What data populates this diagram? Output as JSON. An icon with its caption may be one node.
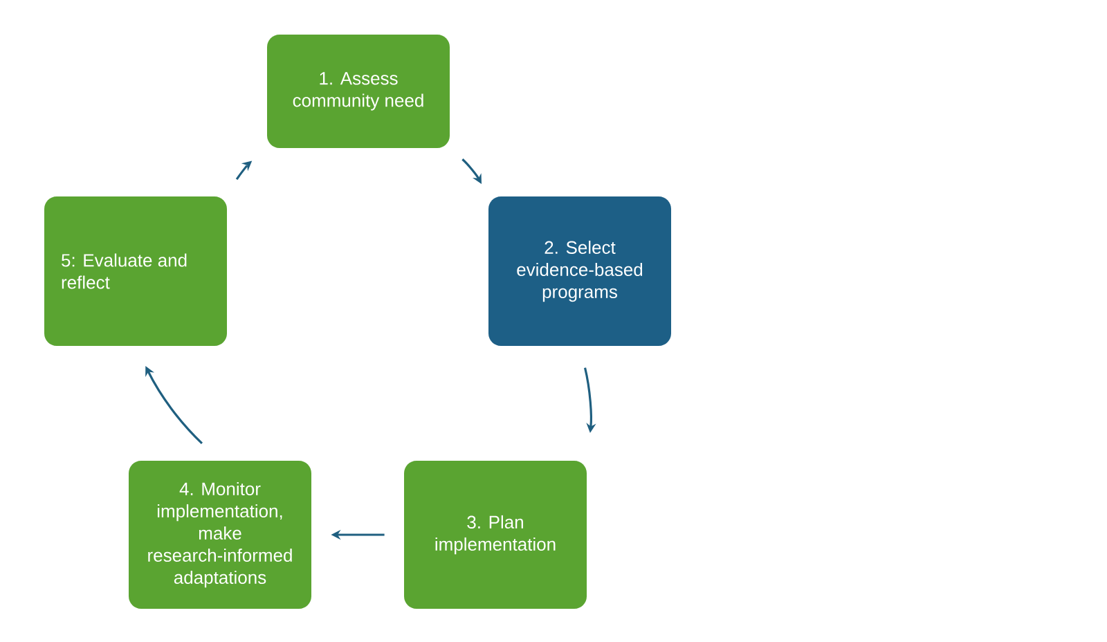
{
  "diagram": {
    "nodes": [
      {
        "text": [
          "1. Assess community need"
        ]
      },
      {
        "text": [
          "2. Select evidence-based programs"
        ]
      },
      {
        "text": [
          "3. Plan implementation"
        ]
      },
      {
        "text": [
          "4. Monitor implementation, make research-informed adaptations"
        ]
      },
      {
        "text": [
          "5: Evaluate and reflect"
        ]
      }
    ],
    "edges": [
      {
        "from": 0,
        "to": 1,
        "arrow": "to"
      },
      {
        "from": 1,
        "to": 2,
        "arrow": "to"
      },
      {
        "from": 2,
        "to": 3,
        "arrow": "to"
      },
      {
        "from": 3,
        "to": 4,
        "arrow": "to"
      },
      {
        "from": 4,
        "to": 0,
        "arrow": "to"
      }
    ]
  }
}
